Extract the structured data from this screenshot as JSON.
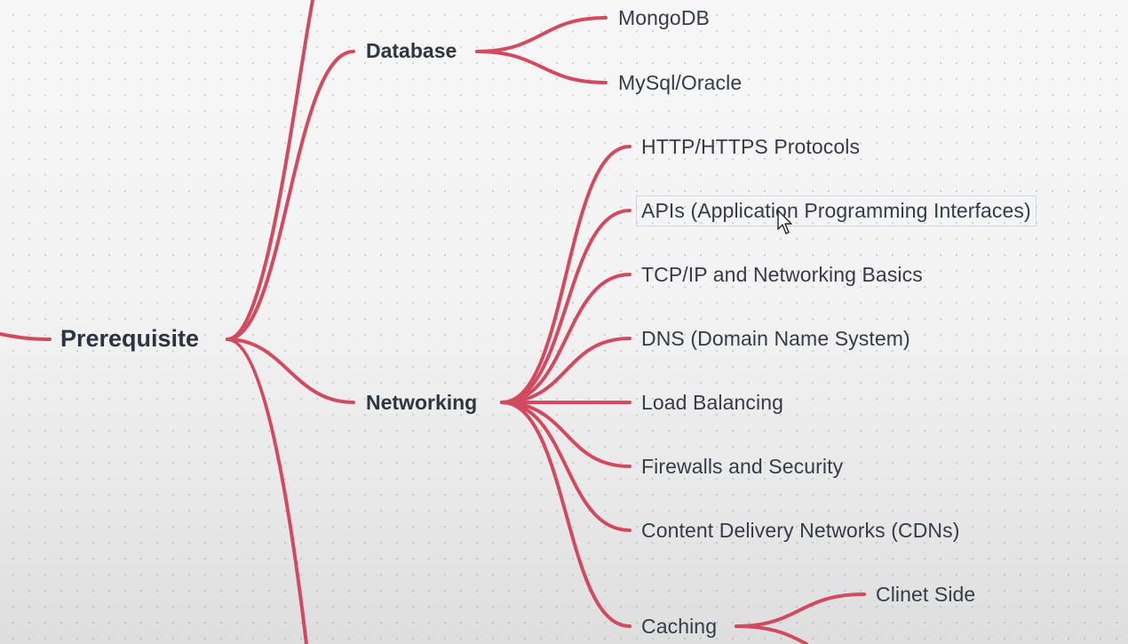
{
  "mindmap": {
    "root": {
      "label": "Prerequisite"
    },
    "branches": [
      {
        "label": "Database",
        "children": [
          "MongoDB",
          "MySql/Oracle"
        ]
      },
      {
        "label": "Networking",
        "children": [
          "HTTP/HTTPS Protocols",
          "APIs (Application Programming Interfaces)",
          "TCP/IP and Networking Basics",
          "DNS (Domain Name System)",
          "Load Balancing",
          "Firewalls and Security",
          "Content Delivery Networks (CDNs)",
          "Caching"
        ]
      }
    ],
    "sub_children": {
      "caching": [
        "Clinet Side"
      ]
    },
    "selected_node": "APIs (Application Programming Interfaces)"
  },
  "colors": {
    "link": "#d24a5f",
    "text": "#333a44",
    "background": "#f4f4f4"
  }
}
